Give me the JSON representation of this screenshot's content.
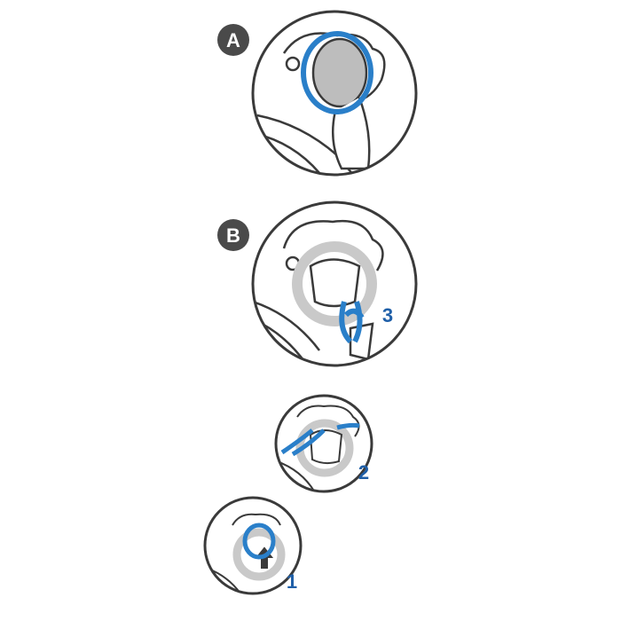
{
  "panels": [
    {
      "badge": "A"
    },
    {
      "badge": "B",
      "step": "3"
    },
    {
      "step": "2"
    },
    {
      "step": "1"
    }
  ],
  "colors": {
    "blue": "#2a7fc9",
    "label_blue": "#1f5fa8",
    "outline": "#3a3a3a",
    "badge": "#4a4a4a",
    "gray_ring": "#c9c9c9"
  }
}
